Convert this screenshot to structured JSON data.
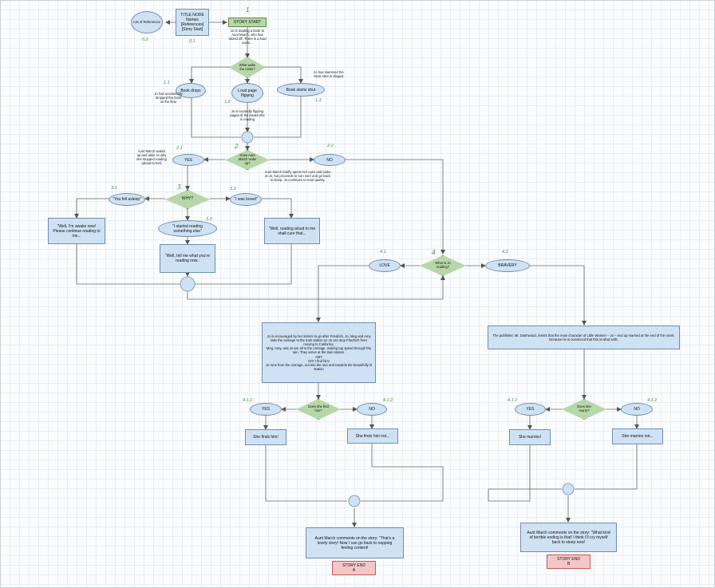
{
  "nodes": {
    "list_refs": "List of References",
    "title_node": [
      "TITLE NODE",
      "Names",
      "[References]",
      "[Story Start]"
    ],
    "story_start": "STORY START",
    "intro": "Jo is reading a book to Aunt March, who has dozed off. There is a loud noise…",
    "what_woke": "What woke the noise?",
    "book_drops": "Book drops",
    "book_drops_note": "Jo has accidentally dropped the book on the floor",
    "loud_page": "Loud page flipping",
    "loud_page_note": "Jo is excitedly flipping pages of the books she is reading",
    "book_slams": "Book slams shut",
    "book_slams_note": "Jo has slammed the book shut in disgust",
    "does_aunt": "Does Aunt March wake up?",
    "yes1": "YES",
    "yes1_note": "Aunt March wakes up and asks Jo why she stopped reading (aloud to her)",
    "no1": "NO",
    "no1_note": "Aunt March briefly opens her eyes and looks at Jo, but proceeds to turn over and go back to sleep. Jo continues to read quietly.",
    "why": "WHY?",
    "fell_asleep": "“You fell asleep”",
    "started_reading": "“I started reading something else”",
    "was_bored": "“I was bored”",
    "awake_reply": "“Well, I’m awake now! Please continue reading to me...",
    "tell_me": "“Well, tell me what you’re reading now..",
    "cure_that": "“Well, reading aloud to me shall cure that...",
    "what_is_jo": "What is Jo reading?",
    "love": "LOVE",
    "bravery": "BRAVERY",
    "love_story": [
      "Jo is encouraged by her sisters to go after Friedrich. Jo, Meg and Amy take the carriage to the train station so Jo can stop Friedrich from moving to California.",
      "Meg, Amy, and Jo are all in the carriage, making top speed through the rain. They arrive at the train station.",
      "AMY",
      "GO! I find him!",
      "Jo runs from the carriage, out into the rain and towards the beautifully lit station"
    ],
    "bravery_story": "The publisher, Mr. Dashwood, insists that the main character of Little Women – Jo – end up married at the end of the novel, because he is convinced that this is what sells.",
    "does_find": "Does she find him?",
    "yes2": "YES",
    "no2": "NO",
    "finds_him": "She finds him!",
    "finds_not": "She finds him not...",
    "does_marry": "Does she marry?",
    "yes3": "YES",
    "no3": "NO",
    "marries": "She marries!",
    "marries_not": "She marries not...",
    "aunt_comment_a": "Aunt March comments on the story: “That’s a lovely story! Now I can go back to napping feeling content!",
    "aunt_comment_b": "Aunt March comments on the story: “What kind of terrible ending is that! I think I’ll cry myself back to sleep now!",
    "end_a": [
      "STORY END",
      "A"
    ],
    "end_b": [
      "STORY END",
      "B"
    ]
  },
  "labels": {
    "l_02": "0.2",
    "l_01": "0.1",
    "l_1": "1",
    "l_11": "1.1",
    "l_12": "1.2",
    "l_13": "1.3",
    "l_2": "2",
    "l_21": "2.1",
    "l_22": "2.2",
    "l_3": "3",
    "l_31": "3.1",
    "l_32": "3.2",
    "l_33": "3.3",
    "l_4": "4",
    "l_41": "4.1",
    "l_42": "4.2",
    "l_411": "4.1.1",
    "l_412": "4.1.2",
    "l_421": "4.1.1",
    "l_422": "4.1.2"
  },
  "colors": {
    "process_fill": "#cfe2f3",
    "decision_fill": "#b6d7a8",
    "end_fill": "#f4c7c7",
    "label_green": "#3f8f3f",
    "connector": "#555555"
  }
}
